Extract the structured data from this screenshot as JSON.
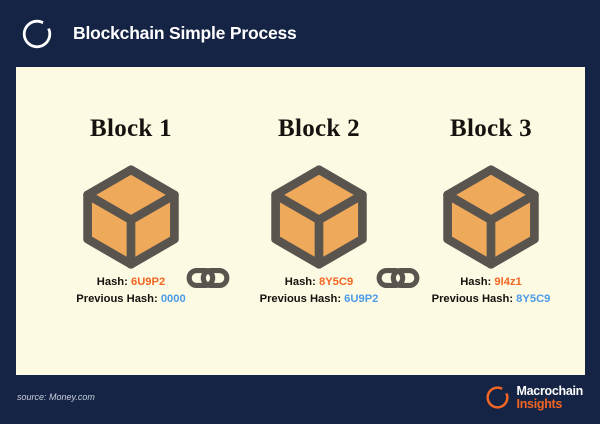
{
  "header": {
    "title": "Blockchain Simple Process",
    "logo_icon": "crescent-ring-icon"
  },
  "colors": {
    "background_navy": "#152445",
    "panel_cream": "#FCFAE2",
    "cube_fill": "#EFA95B",
    "cube_stroke": "#5A544F",
    "hash_orange": "#F26522",
    "prev_hash_blue": "#4C9BE8",
    "title_white": "#FFFFFF",
    "link_icon": "#5A544F"
  },
  "diagram": {
    "blocks": [
      {
        "title": "Block 1",
        "hash_label": "Hash:",
        "hash_value": "6U9P2",
        "prev_label": "Previous Hash:",
        "prev_value": "0000",
        "icon": "cube-icon"
      },
      {
        "title": "Block 2",
        "hash_label": "Hash:",
        "hash_value": "8Y5C9",
        "prev_label": "Previous Hash:",
        "prev_value": "6U9P2",
        "icon": "cube-icon"
      },
      {
        "title": "Block 3",
        "hash_label": "Hash:",
        "hash_value": "9l4z1",
        "prev_label": "Previous Hash:",
        "prev_value": "8Y5C9",
        "icon": "cube-icon"
      }
    ],
    "connectors": [
      {
        "icon": "chain-link-icon"
      },
      {
        "icon": "chain-link-icon"
      }
    ]
  },
  "footer": {
    "source": "source: Money.com",
    "brand_line_1": "Macrochain",
    "brand_line_2": "Insights",
    "logo_icon": "crescent-ring-icon"
  }
}
